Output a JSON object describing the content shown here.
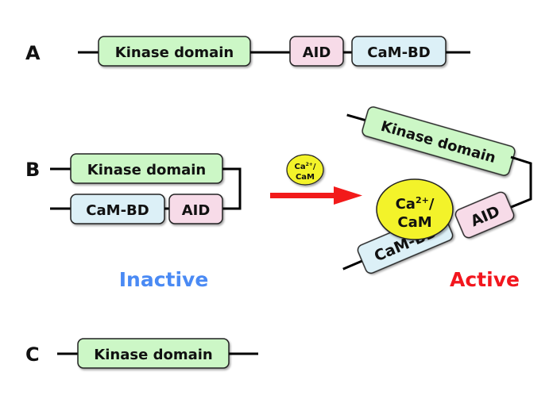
{
  "colors": {
    "kinase_fill": "#ccf7c6",
    "aid_fill": "#f7dbe8",
    "cambd_fill": "#dcf0f7",
    "cam_fill": "#f3f32a",
    "inactive": "#4a8af4",
    "active": "#f2161e",
    "arrow": "#f21a1a",
    "line": "#000000"
  },
  "panel_a": {
    "letter": "A",
    "domains": {
      "kinase": "Kinase domain",
      "aid": "AID",
      "cambd": "CaM-BD"
    }
  },
  "panel_b": {
    "letter": "B",
    "inactive": {
      "domains": {
        "kinase": "Kinase domain",
        "cambd": "CaM-BD",
        "aid": "AID"
      },
      "state_label": "Inactive"
    },
    "ligand": {
      "line1_base": "Ca",
      "line1_sup": "2+",
      "line1_tail": "/",
      "line2": "CaM"
    },
    "active": {
      "domains": {
        "kinase": "Kinase domain",
        "aid": "AID",
        "cambd": "CaM-BD"
      },
      "bound_ligand": {
        "line1_base": "Ca",
        "line1_sup": "2+",
        "line1_tail": "/",
        "line2": "CaM"
      },
      "state_label": "Active"
    }
  },
  "panel_c": {
    "letter": "C",
    "domains": {
      "kinase": "Kinase domain"
    }
  }
}
